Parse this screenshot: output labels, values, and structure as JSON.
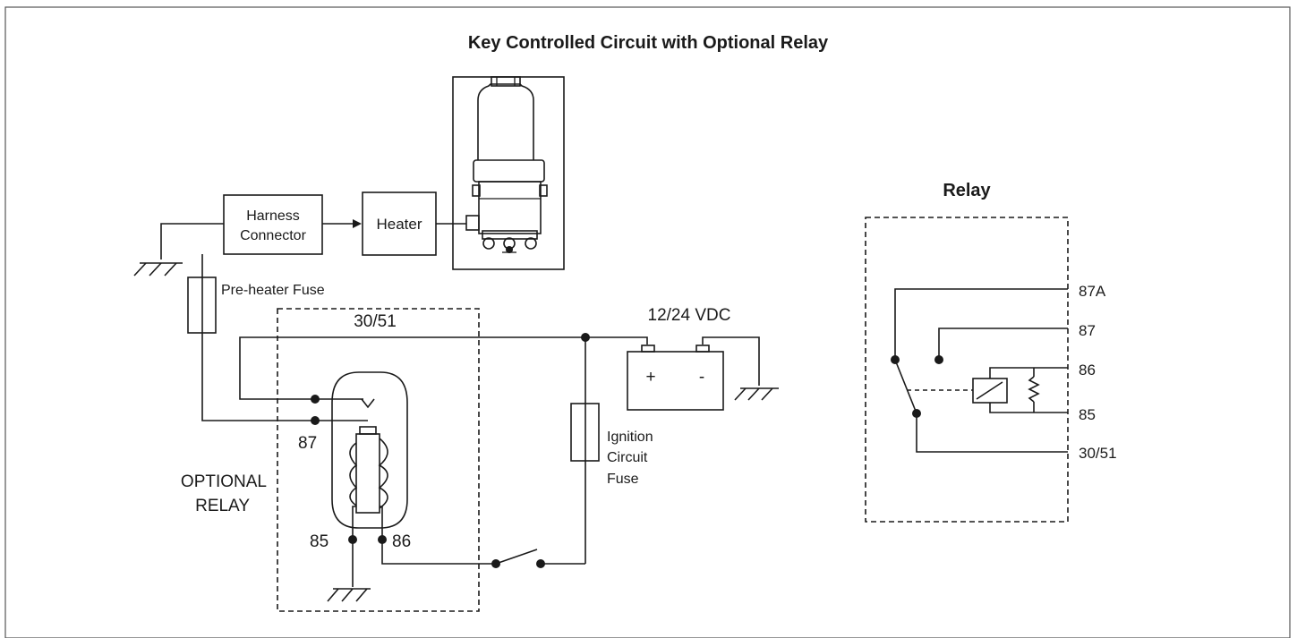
{
  "diagram": {
    "title": "Key Controlled Circuit with Optional Relay",
    "harness_connector_line1": "Harness",
    "harness_connector_line2": "Connector",
    "heater": "Heater",
    "preheater_fuse": "Pre-heater Fuse",
    "terminal_3051": "30/51",
    "battery_voltage": "12/24 VDC",
    "battery_plus": "+",
    "battery_minus": "-",
    "ignition_fuse_line1": "Ignition",
    "ignition_fuse_line2": "Circuit",
    "ignition_fuse_line3": "Fuse",
    "terminal_87": "87",
    "terminal_85": "85",
    "terminal_86": "86",
    "optional_relay_line1": "OPTIONAL",
    "optional_relay_line2": "RELAY"
  },
  "relay_detail": {
    "title": "Relay",
    "pin_87a": "87A",
    "pin_87": "87",
    "pin_86": "86",
    "pin_85": "85",
    "pin_3051": "30/51"
  }
}
